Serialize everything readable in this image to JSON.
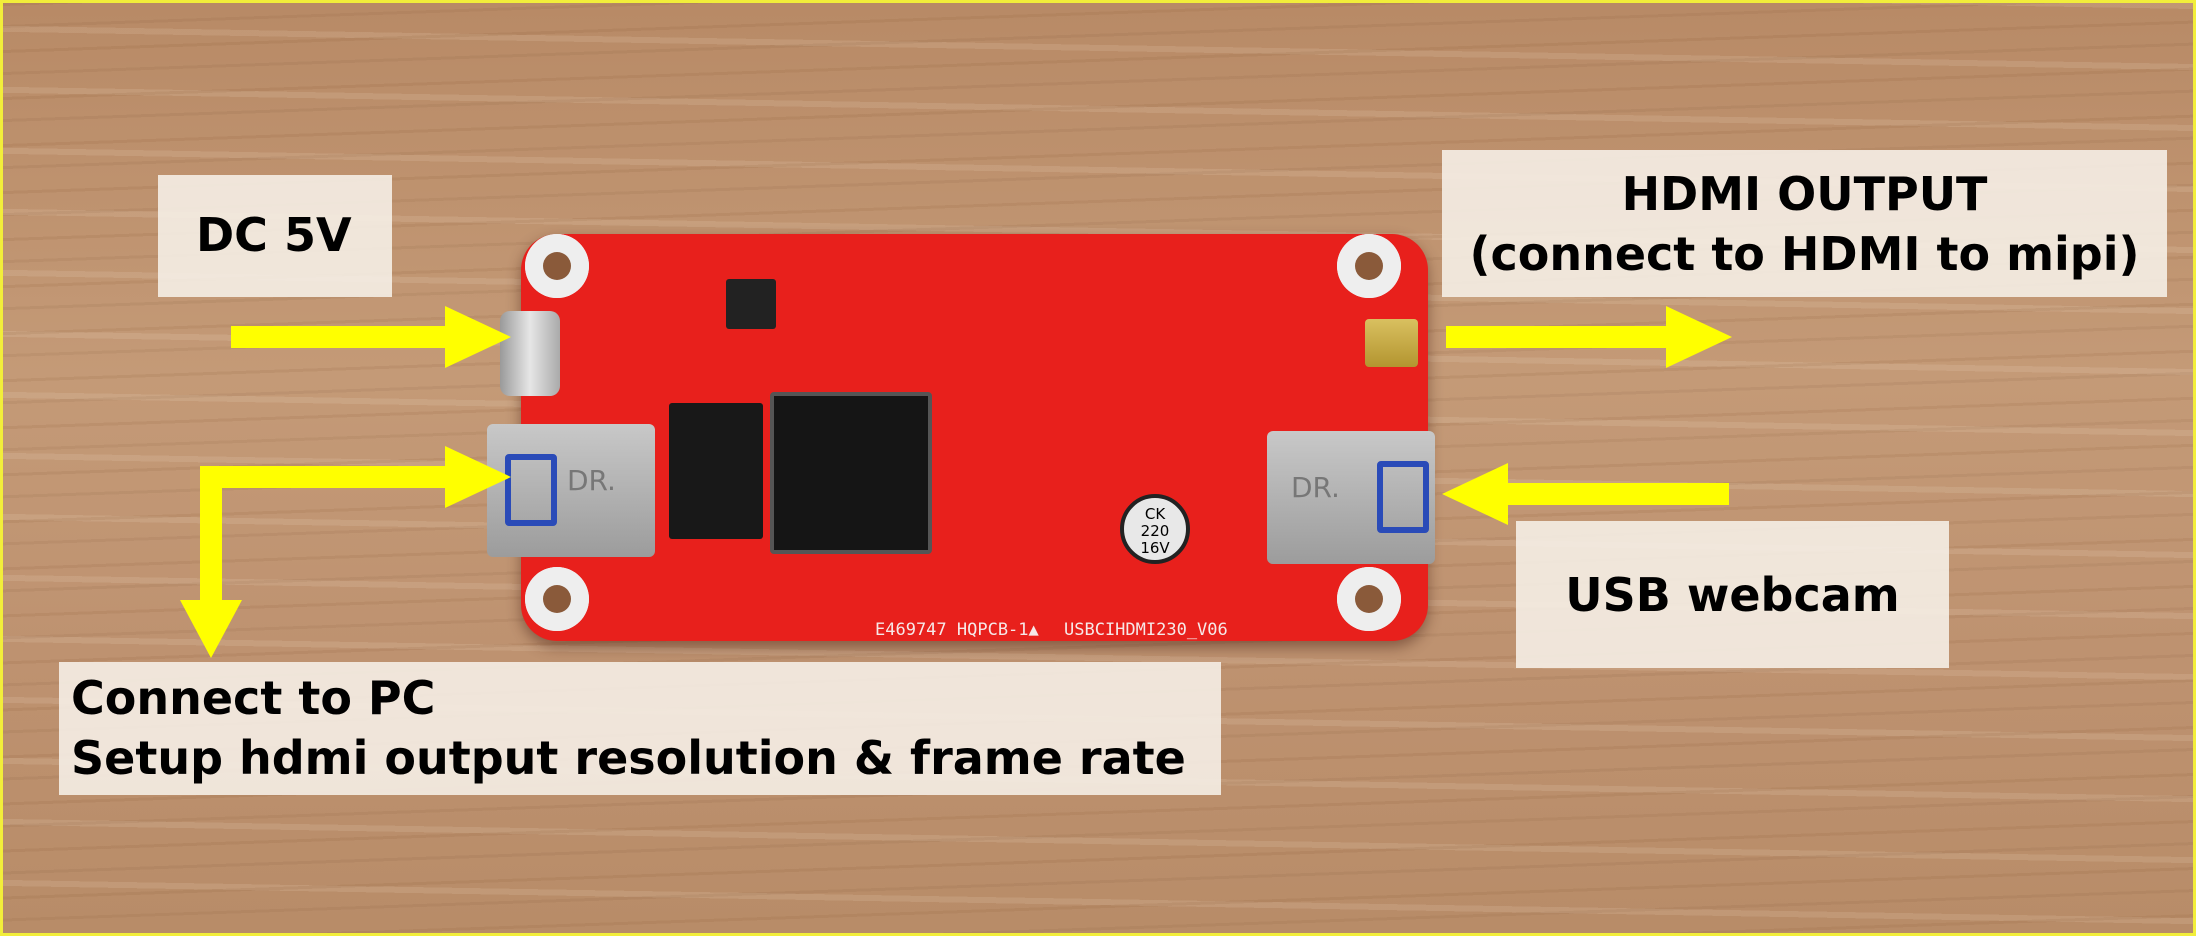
{
  "labels": {
    "dc": "DC 5V",
    "hdmi_line1": "HDMI OUTPUT",
    "hdmi_line2": "(connect to HDMI to mipi)",
    "webcam": "USB webcam",
    "pc_line1": "Connect to PC",
    "pc_line2": "Setup hdmi output resolution & frame rate"
  },
  "pcb": {
    "cert_text": "E469747 HQPCB-1▲",
    "model_text": "USBCIHDMI230_V06",
    "cap_line1": "CK",
    "cap_line2": "220",
    "cap_line3": "16V",
    "usb_mark": "DR."
  },
  "colors": {
    "arrow": "#ffff00",
    "board": "#e8201c",
    "border": "#f2ee3a"
  }
}
